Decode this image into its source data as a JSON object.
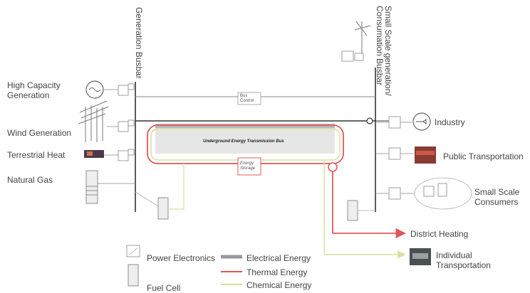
{
  "left_labels": {
    "high_capacity": [
      "High Capacity",
      "Generation"
    ],
    "wind": "Wind Generation",
    "terrestrial": "Terrestrial Heat",
    "natural_gas": "Natural Gas"
  },
  "busbars": {
    "generation": "Generation Busbar",
    "consumption": [
      "Small Scale generation/",
      "Consumation Busbar"
    ]
  },
  "center": {
    "bus_control": [
      "Bus",
      "Control"
    ],
    "underground_bus": "Underground Energy Transmission Bus",
    "energy_storage": [
      "Energy",
      "Storage"
    ]
  },
  "right_labels": {
    "industry": "Industry",
    "public_transport": "Public Transportation",
    "small_scale": [
      "Small Scale",
      "Consumers"
    ],
    "district_heating": "District Heating",
    "individual_transport": [
      "Individual",
      "Transportation"
    ]
  },
  "legend": {
    "power_electronics": "Power Electronics",
    "fuel_cell": "Fuel Cell",
    "electrical": "Electrical Energy",
    "thermal": "Thermal Energy",
    "chemical": "Chemical Energy"
  },
  "colors": {
    "electrical": "#9a9a9a",
    "thermal": "#e0585a",
    "chemical": "#d9df9c",
    "bus_line": "#333333"
  }
}
